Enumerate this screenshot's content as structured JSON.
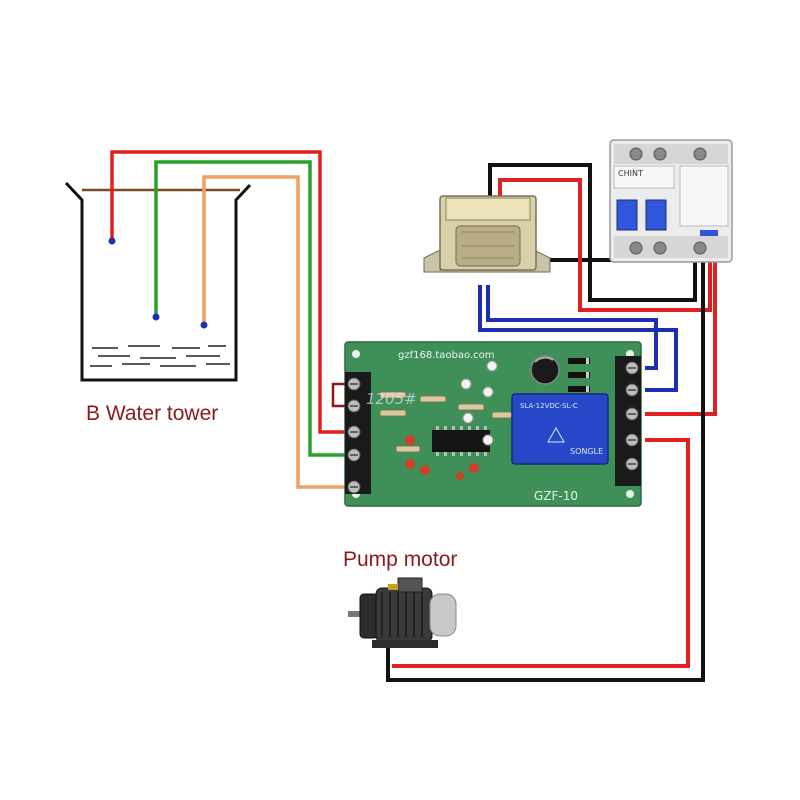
{
  "labels": {
    "water_tower": "B  Water tower",
    "pump_motor": "Pump motor"
  },
  "board": {
    "url_text": "gzf168.taobao.com",
    "model": "GZF-10",
    "watermark": "1205#"
  },
  "relay": {
    "line1": "SLA-12VDC-SL-C",
    "brand": "SONGLE"
  },
  "breaker": {
    "brand": "CHINT"
  },
  "colors": {
    "wire_red": "#e02020",
    "wire_green": "#2aa02a",
    "wire_orange": "#f0a060",
    "wire_black": "#111111",
    "wire_blue": "#1c2fb0",
    "wire_brown": "#7a4a1a",
    "pcb_green": "#3e8f58",
    "relay_blue": "#2547c8",
    "label_text": "#8b1a1a"
  }
}
